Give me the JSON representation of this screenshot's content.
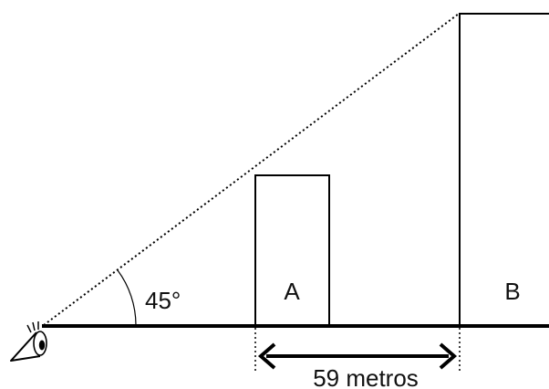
{
  "angle_label": "45°",
  "building_a_label": "A",
  "building_b_label": "B",
  "distance_label": "59 metros",
  "colors": {
    "line": "#000000",
    "background": "#ffffff"
  }
}
